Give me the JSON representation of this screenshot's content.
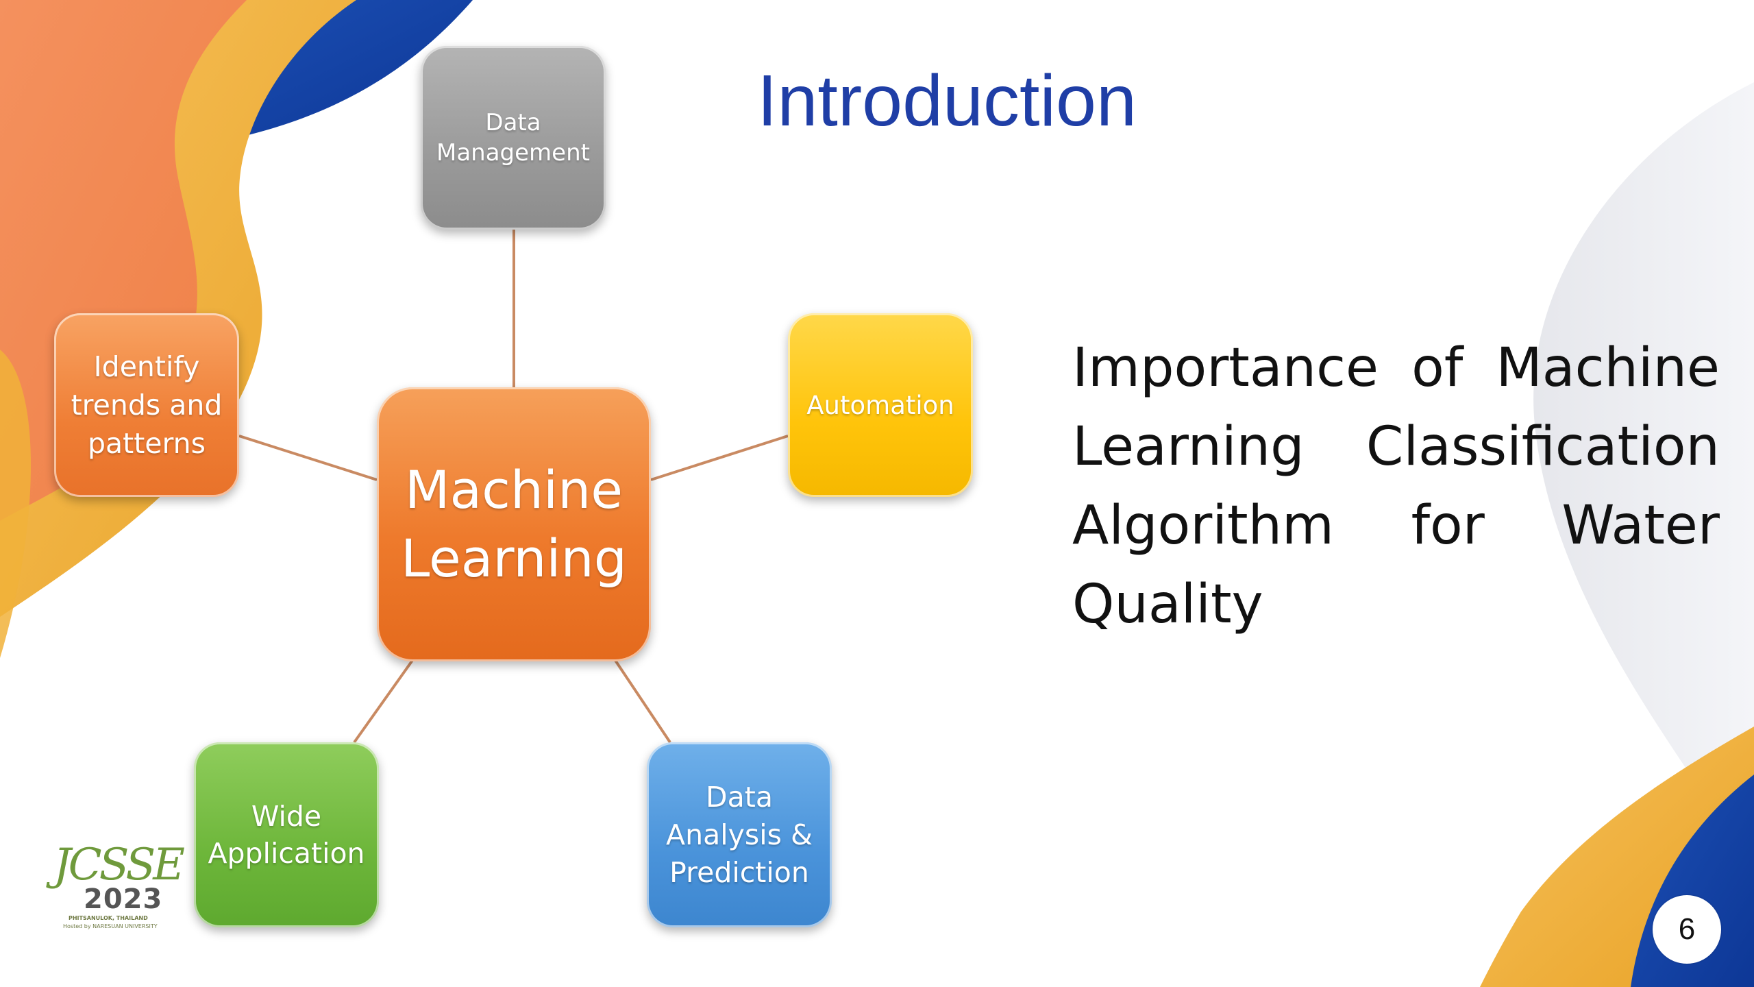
{
  "slide": {
    "title": "Introduction",
    "body": "Importance of Machine Learning Classification Algorithm for Water Quality",
    "page_number": "6"
  },
  "diagram": {
    "center": {
      "line1": "Machine",
      "line2": "Learning"
    },
    "nodes": {
      "data_management": {
        "line1": "Data",
        "line2": "Management"
      },
      "automation": {
        "label": "Automation"
      },
      "identify": {
        "line1": "Identify",
        "line2": "trends and",
        "line3": "patterns"
      },
      "wide_application": {
        "line1": "Wide",
        "line2": "Application"
      },
      "analysis_prediction": {
        "line1": "Data",
        "line2": "Analysis &",
        "line3": "Prediction"
      }
    }
  },
  "logo": {
    "mark": "JCSSE",
    "year": "2023",
    "subtitle_1": "PHITSANULOK, THAILAND",
    "subtitle_2": "Hosted by NARESUAN UNIVERSITY"
  },
  "colors": {
    "title": "#1f3ea6",
    "connector": "#c98a62",
    "center": "#ee7a2c",
    "data_management": "#9a9a9a",
    "automation": "#ffc40a",
    "identify": "#ef7e35",
    "wide_application": "#6db63a",
    "analysis_prediction": "#4a93da"
  }
}
